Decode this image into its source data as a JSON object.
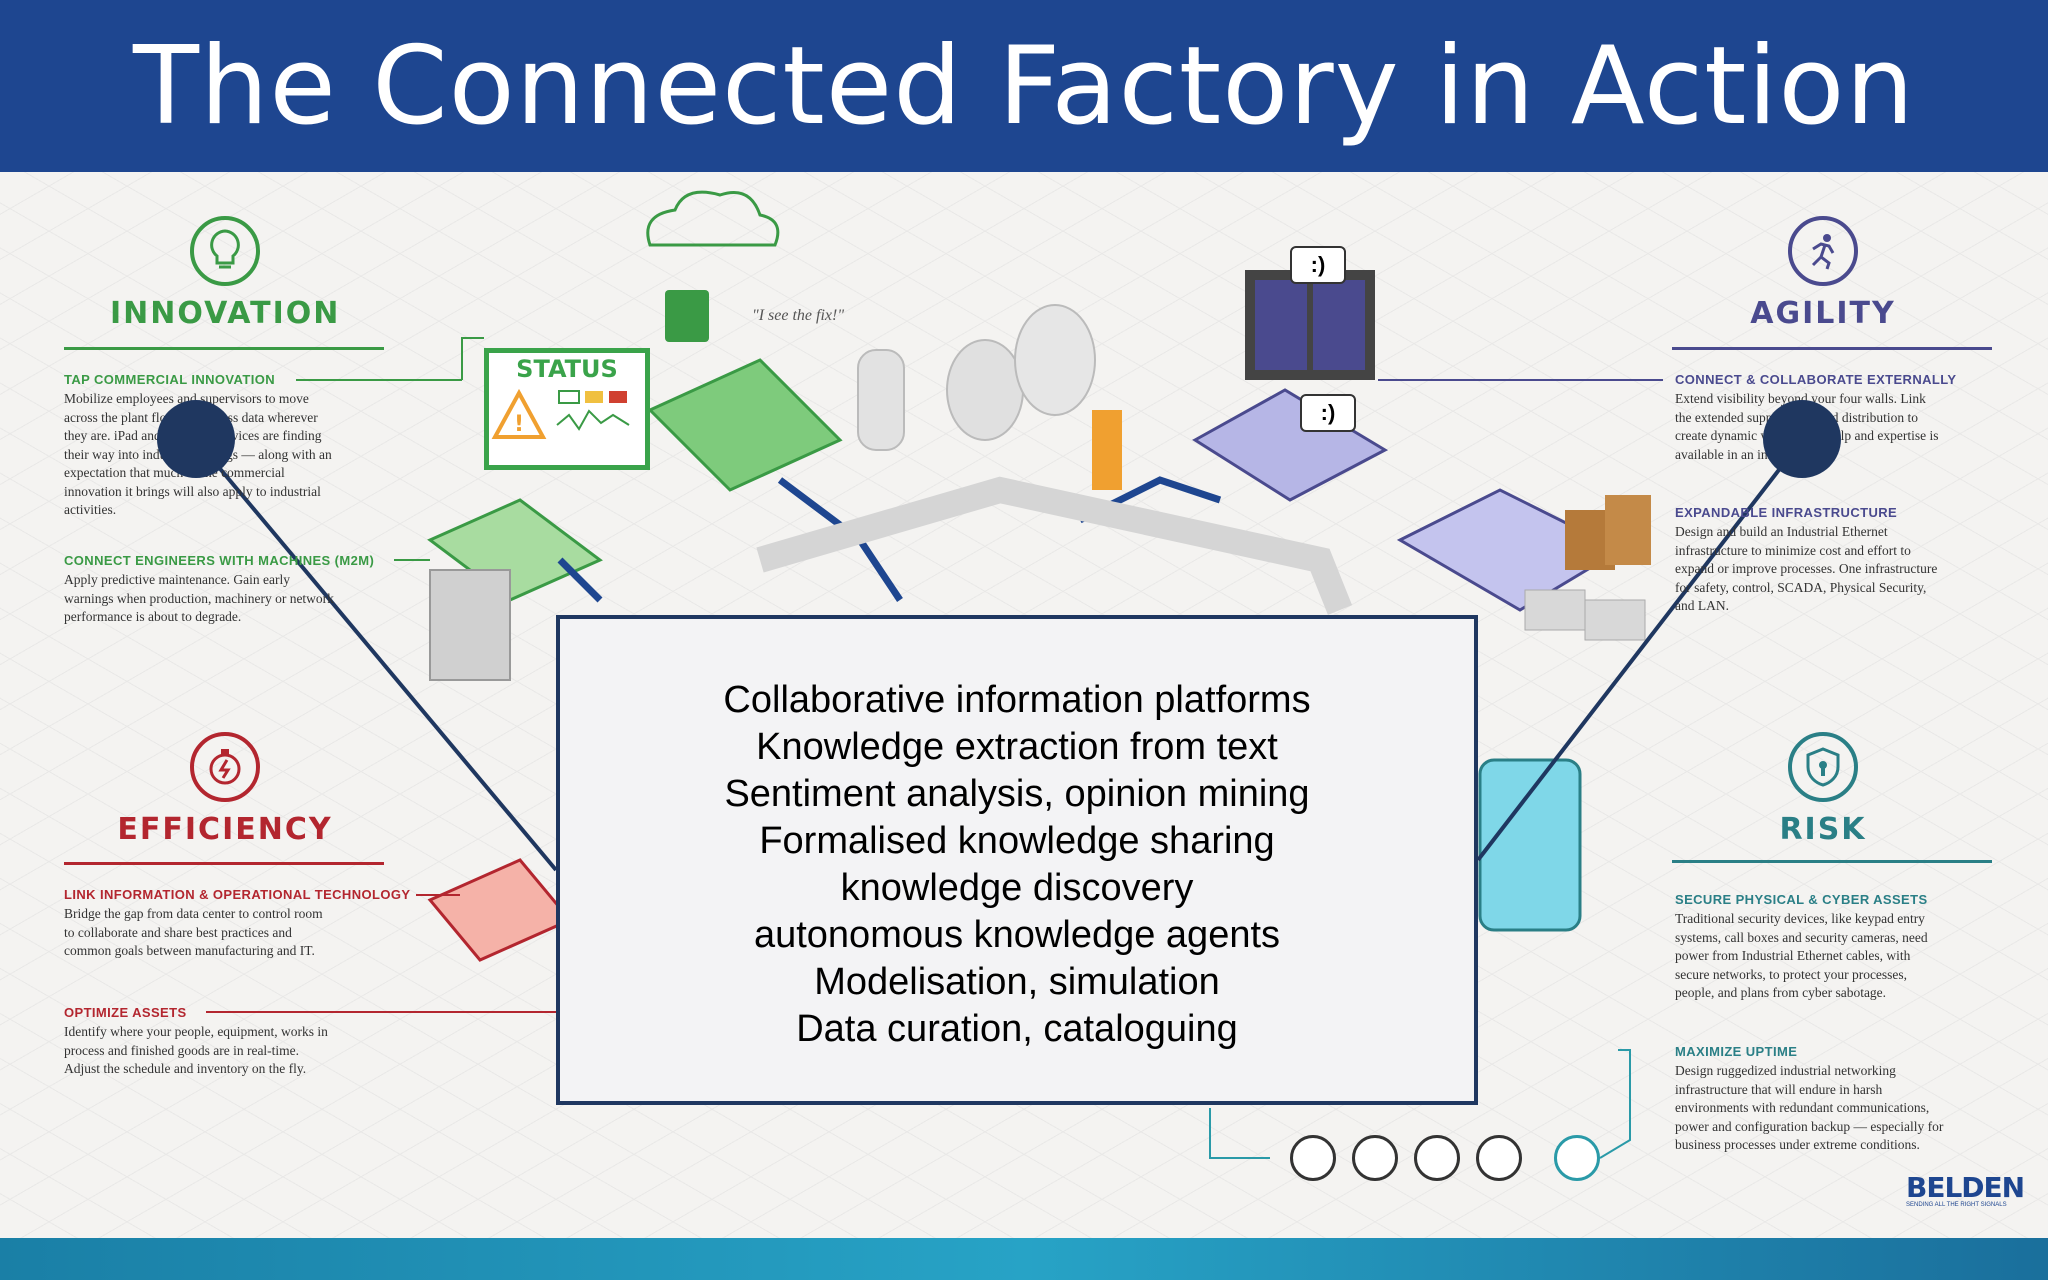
{
  "title": "The Connected Factory in Action",
  "colors": {
    "banner": "#1e4690",
    "innovation": "#3a9a45",
    "agility": "#4a4a8e",
    "efficiency": "#b3262f",
    "risk": "#2a7f86",
    "center_border": "#1f3760"
  },
  "categories": {
    "innovation": {
      "label": "INNOVATION",
      "icon": "lightbulb-icon",
      "items": [
        {
          "heading": "TAP COMMERCIAL INNOVATION",
          "text": "Mobilize employees and supervisors to move across the plant floor and access data wherever they are. iPad and other like devices are finding their way into industrial settings — along with an expectation that much of the commercial innovation it brings will also apply to industrial activities."
        },
        {
          "heading": "CONNECT ENGINEERS WITH MACHINES (M2M)",
          "text": "Apply predictive maintenance. Gain early warnings when production, machinery or network performance is about to degrade."
        }
      ]
    },
    "efficiency": {
      "label": "EFFICIENCY",
      "icon": "stopwatch-icon",
      "items": [
        {
          "heading": "LINK INFORMATION & OPERATIONAL TECHNOLOGY",
          "text": "Bridge the gap from data center to control room to collaborate and share best practices and common goals between manufacturing and IT."
        },
        {
          "heading": "OPTIMIZE ASSETS",
          "text": "Identify where your people, equipment, works in process and finished goods are in real-time. Adjust the schedule and inventory on the fly."
        }
      ]
    },
    "agility": {
      "label": "AGILITY",
      "icon": "running-figure-icon",
      "items": [
        {
          "heading": "CONNECT & COLLABORATE EXTERNALLY",
          "text": "Extend visibility beyond your four walls. Link the extended supply chain and distribution to create dynamic workflows. Help and expertise is available in an instant."
        },
        {
          "heading": "EXPANDABLE INFRASTRUCTURE",
          "text": "Design and build an Industrial Ethernet infrastructure to minimize cost and effort to expand or improve processes. One infrastructure for safety, control, SCADA, Physical Security, and LAN."
        }
      ]
    },
    "risk": {
      "label": "RISK",
      "icon": "shield-icon",
      "items": [
        {
          "heading": "SECURE PHYSICAL & CYBER ASSETS",
          "text": "Traditional security devices, like keypad entry systems, call boxes and security cameras, need power from Industrial Ethernet cables, with secure networks, to protect your processes, people, and plans from cyber sabotage."
        },
        {
          "heading": "MAXIMIZE UPTIME",
          "text": "Design ruggedized industrial networking infrastructure that will endure in harsh environments with redundant communications, power and configuration backup — especially for business processes under extreme conditions."
        }
      ]
    }
  },
  "illustration": {
    "status_label": "STATUS",
    "quote": "\"I see the fix!\"",
    "bubble_text": ":)"
  },
  "center_box": {
    "lines": [
      "Collaborative information platforms",
      "Knowledge extraction from text",
      "Sentiment analysis, opinion mining",
      "Formalised knowledge sharing",
      "knowledge discovery",
      "autonomous knowledge agents",
      "Modelisation, simulation",
      "Data curation, cataloguing"
    ]
  },
  "logo": {
    "text": "BELDEN",
    "tagline": "SENDING ALL THE RIGHT SIGNALS"
  }
}
